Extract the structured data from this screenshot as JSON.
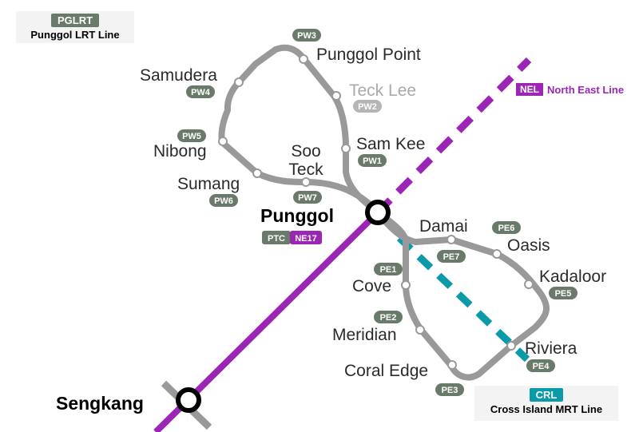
{
  "legend": {
    "pglrt": {
      "code": "PGLRT",
      "name": "Punggol LRT Line"
    },
    "nel": {
      "code": "NEL",
      "name": "North East Line"
    },
    "crl": {
      "code": "CRL",
      "name": "Cross Island MRT Line"
    }
  },
  "colors": {
    "lrt_track": "#999999",
    "nel": "#9b26b6",
    "crl": "#0a9aa8",
    "code_pill": "#6a7a6a",
    "code_pill_grey": "#b5b5b5",
    "interchange": "#000000"
  },
  "interchanges": [
    {
      "name": "Punggol",
      "codes": [
        "PTC",
        "NE17"
      ]
    },
    {
      "name": "Sengkang"
    }
  ],
  "west_loop": [
    {
      "name": "Punggol Point",
      "code": "PW3"
    },
    {
      "name": "Samudera",
      "code": "PW4"
    },
    {
      "name": "Teck Lee",
      "code": "PW2",
      "greyed": true
    },
    {
      "name": "Nibong",
      "code": "PW5"
    },
    {
      "name": "Sam Kee",
      "code": "PW1"
    },
    {
      "name": "Soo Teck",
      "code": "PW7"
    },
    {
      "name": "Sumang",
      "code": "PW6"
    }
  ],
  "east_loop": [
    {
      "name": "Damai",
      "code": "PE7"
    },
    {
      "name": "Oasis",
      "code": "PE6"
    },
    {
      "name": "Cove",
      "code": "PE1"
    },
    {
      "name": "Kadaloor",
      "code": "PE5"
    },
    {
      "name": "Meridian",
      "code": "PE2"
    },
    {
      "name": "Riviera",
      "code": "PE4"
    },
    {
      "name": "Coral Edge",
      "code": "PE3"
    }
  ]
}
